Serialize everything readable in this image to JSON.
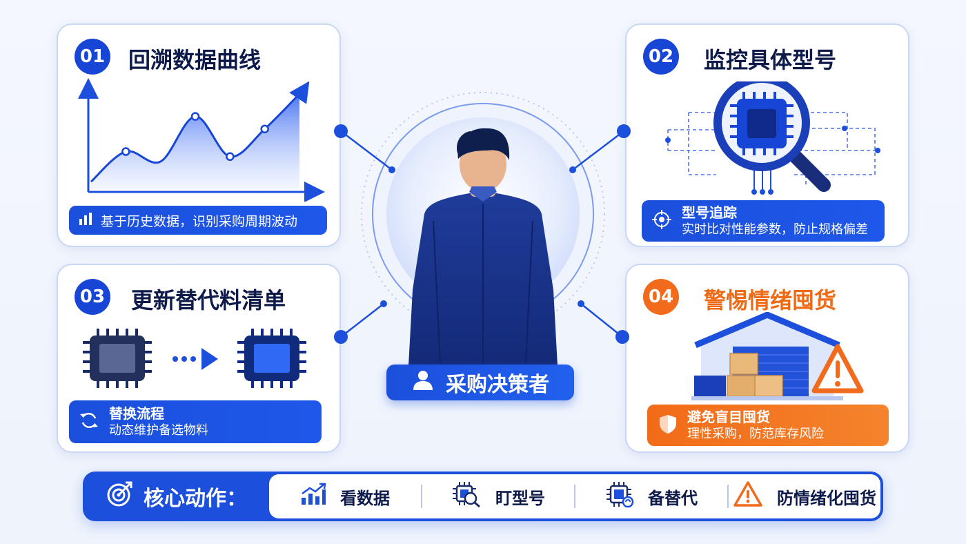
{
  "center": {
    "role_label": "采购决策者"
  },
  "cards": [
    {
      "id": "01",
      "title": "回溯数据曲线",
      "info": {
        "text": "基于历史数据，识别采购周期波动"
      },
      "chart_data": {
        "type": "area",
        "x": [
          0,
          1,
          2,
          3,
          4,
          5,
          6
        ],
        "values": [
          6,
          30,
          22,
          58,
          26,
          48,
          76
        ],
        "xlabel": "",
        "ylabel": "",
        "grid": false
      }
    },
    {
      "id": "02",
      "title": "监控具体型号",
      "info": {
        "title": "型号追踪",
        "subtitle": "实时比对性能参数，防止规格偏差"
      }
    },
    {
      "id": "03",
      "title": "更新替代料清单",
      "info": {
        "title": "替换流程",
        "subtitle": "动态维护备选物料"
      }
    },
    {
      "id": "04",
      "title": "警惕情绪囤货",
      "info": {
        "title": "避免盲目囤货",
        "subtitle": "理性采购，防范库存风险"
      }
    }
  ],
  "bottom_bar": {
    "label": "核心动作：",
    "items": [
      {
        "label": "看数据",
        "icon": "growth-chart-icon"
      },
      {
        "label": "盯型号",
        "icon": "chip-magnifier-icon"
      },
      {
        "label": "备替代",
        "icon": "chip-swap-icon"
      },
      {
        "label": "防情绪化囤货",
        "icon": "warning-triangle-icon"
      }
    ]
  },
  "colors": {
    "primary": "#1b4fdc",
    "accent_orange": "#f26a1b",
    "navy": "#0d1a4a",
    "card_border": "#c9d6f5"
  }
}
